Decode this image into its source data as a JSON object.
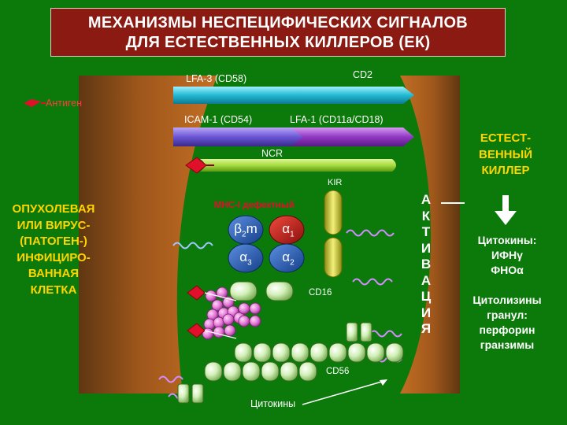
{
  "title": {
    "line1": "МЕХАНИЗМЫ НЕСПЕЦИФИЧЕСКИХ СИГНАЛОВ",
    "line2": "ДЛЯ ЕСТЕСТВЕННЫХ КИЛЛЕРОВ (ЕК)"
  },
  "left_cell_label": [
    "ОПУХОЛЕВАЯ",
    "ИЛИ ВИРУС-",
    "(ПАТОГЕН-)",
    "ИНФИЦИРО-",
    "ВАННАЯ",
    "КЛЕТКА"
  ],
  "right_cell_label": [
    "ЕСТЕСТ-",
    "ВЕННЫЙ",
    "КИЛЛЕР"
  ],
  "antigen_label": "Антиген",
  "molecules": {
    "lfa3": "LFA-3 (CD58)",
    "cd2": "CD2",
    "icam1": "ICAM-1 (CD54)",
    "lfa1": "LFA-1 (CD11a/CD18)",
    "ncr": "NCR",
    "kir": "KIR",
    "mhc": "MHC-I дефектный",
    "cd16": "CD16",
    "cd56": "CD56",
    "cytokines_bottom": "Цитокины"
  },
  "mhc_domains": {
    "b2m": "β",
    "b2m_sub": "2",
    "b2m_tail": "m",
    "a1": "α",
    "a1_sub": "1",
    "a3": "α",
    "a3_sub": "3",
    "a2": "α",
    "a2_sub": "2"
  },
  "activation_letters": [
    "А",
    "К",
    "Т",
    "И",
    "В",
    "А",
    "Ц",
    "И",
    "Я"
  ],
  "outputs": {
    "cytokines": [
      "Цитокины:",
      "ИФНγ",
      "ФНОα"
    ],
    "cytolysins": [
      "Цитолизины",
      "гранул:",
      "перфорин",
      "гранзимы"
    ]
  },
  "colors": {
    "background": "#0b7a0b",
    "membrane": "#a35a1c",
    "title_bg": "#8a1a12",
    "arrow_cyan": "#2fc6d8",
    "arrow_purple": "#9b3cc8",
    "ncr_bar": "#a8e040",
    "red_marker": "#e0102a",
    "yellow_text": "#ffd400"
  }
}
